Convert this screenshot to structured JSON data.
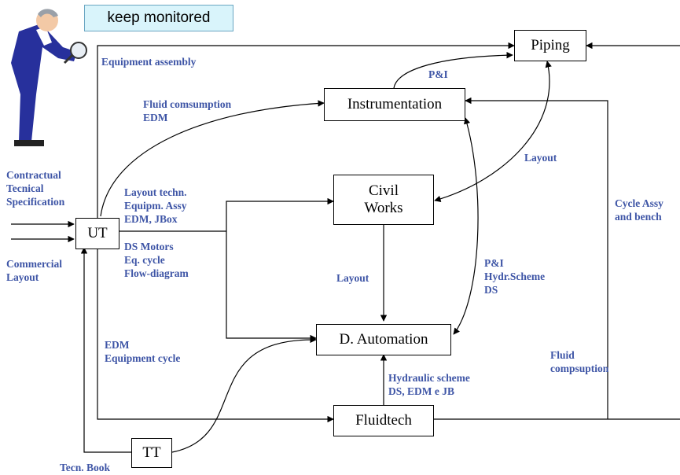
{
  "callout": {
    "text": "keep monitored",
    "figure_icon": "inspector-with-magnifier-icon"
  },
  "nodes": {
    "piping": "Piping",
    "instrumentation": "Instrumentation",
    "civil_works": "Civil\nWorks",
    "ut": "UT",
    "d_automation": "D. Automation",
    "fluidtech": "Fluidtech",
    "tt": "TT"
  },
  "labels": {
    "equipment_assembly": "Equipment assembly",
    "p_and_i_top": "P&I",
    "fluid_consumption": "Fluid comsumption\nEDM",
    "layout_right": "Layout",
    "contractual": "Contractual\nTecnical\nSpecification",
    "layout_techn": "Layout techn.\nEquipm. Assy\nEDM, JBox",
    "ds_motors": "DS Motors\nEq. cycle\nFlow-diagram",
    "commercial": "Commercial\nLayout",
    "layout_center": "Layout",
    "p_and_i_hydr": "P&I\nHydr.Scheme\nDS",
    "cycle_assy": "Cycle Assy\nand bench",
    "edm_equipment_cycle": "EDM\nEquipment cycle",
    "fluid_compsuption": "Fluid\ncompsuption",
    "hydraulic_scheme": "Hydraulic scheme\nDS, EDM e JB",
    "tecn_book": "Tecn. Book"
  },
  "colors": {
    "label_text": "#3e55a6",
    "callout_fill": "#d9f4fb",
    "line": "#000000"
  }
}
